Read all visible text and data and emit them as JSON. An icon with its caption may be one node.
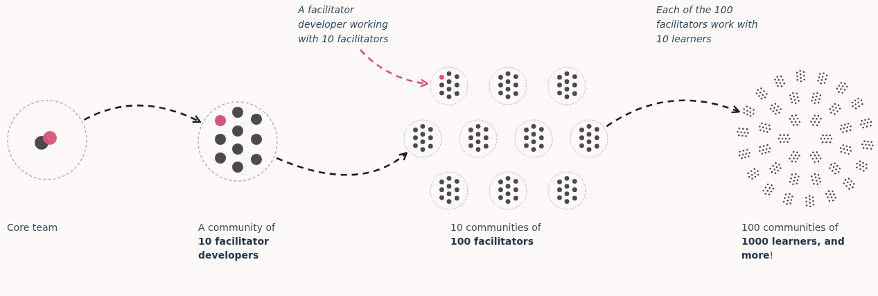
{
  "diagram": {
    "nodes": [
      {
        "text": [],
        "shape": "circle"
      },
      {
        "text": [],
        "shape": "circle"
      },
      {
        "text": [
          "A facilitator developer working with 10 facilitators"
        ]
      },
      {
        "text": [],
        "shape": "circle"
      },
      {
        "text": [],
        "shape": "circle"
      },
      {
        "text": [],
        "shape": "circle"
      },
      {
        "text": [],
        "shape": "circle"
      },
      {
        "text": [],
        "shape": "circle"
      },
      {
        "text": [],
        "shape": "circle"
      },
      {
        "text": [],
        "shape": "circle"
      },
      {
        "text": [],
        "shape": "circle"
      },
      {
        "text": [],
        "shape": "circle"
      },
      {
        "text": [],
        "shape": "circle"
      },
      {
        "text": [],
        "shape": "circle"
      }
    ],
    "edges": [
      {
        "from": 0,
        "to": 1,
        "arrow": "to",
        "style": "dashed"
      },
      {
        "from": 1,
        "to": 6,
        "arrow": "to",
        "style": "dashed"
      },
      {
        "from": 2,
        "to": 3,
        "arrow": "to",
        "style": "dashed",
        "color": "#d6557a"
      },
      {
        "from": 9,
        "to": 13,
        "arrow": "to",
        "style": "dashed"
      }
    ],
    "labels": [
      "Each of the 100 facilitators work with 10 learners",
      "Core team",
      "A community of **10 facilitator developers**",
      "10 communities of **100 facilitators**",
      "100 communities of **1000 learners, and more**!"
    ]
  }
}
